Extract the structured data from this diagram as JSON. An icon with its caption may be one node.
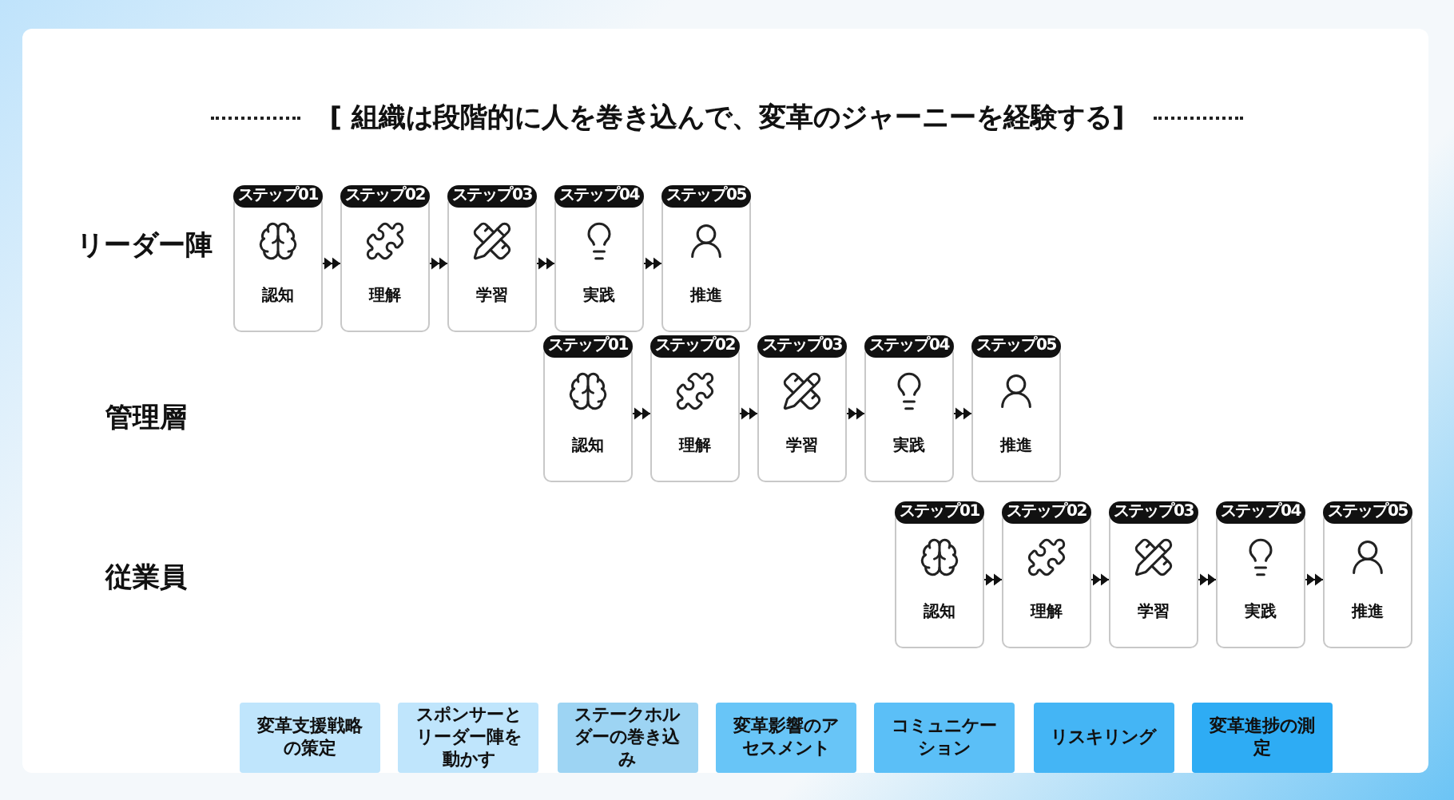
{
  "diagram": {
    "title": "[ 組織は段階的に人を巻き込んで、変革のジャーニーを経験する]",
    "nodes": [
      {
        "text": [
          "ステップ01",
          "認知"
        ]
      },
      {
        "text": [
          "ステップ02",
          "理解"
        ]
      },
      {
        "text": [
          "ステップ03",
          "学習"
        ]
      },
      {
        "text": [
          "ステップ04",
          "実践"
        ]
      },
      {
        "text": [
          "ステップ05",
          "推進"
        ]
      },
      {
        "text": [
          "ステップ01",
          "認知"
        ]
      },
      {
        "text": [
          "ステップ02",
          "理解"
        ]
      },
      {
        "text": [
          "ステップ03",
          "学習"
        ]
      },
      {
        "text": [
          "ステップ04",
          "実践"
        ]
      },
      {
        "text": [
          "ステップ05",
          "推進"
        ]
      },
      {
        "text": [
          "ステップ01",
          "認知"
        ]
      },
      {
        "text": [
          "ステップ02",
          "理解"
        ]
      },
      {
        "text": [
          "ステップ03",
          "学習"
        ]
      },
      {
        "text": [
          "ステップ04",
          "実践"
        ]
      },
      {
        "text": [
          "ステップ05",
          "推進"
        ]
      },
      {
        "text": [
          "変革支援戦略の策定"
        ]
      },
      {
        "text": [
          "スポンサーとリーダー陣を動かす"
        ]
      },
      {
        "text": [
          "ステークホルダーの巻き込み"
        ]
      },
      {
        "text": [
          "変革影響のアセスメント"
        ]
      },
      {
        "text": [
          "コミュニケーション"
        ]
      },
      {
        "text": [
          "リスキリング"
        ]
      },
      {
        "text": [
          "変革進捗の測定"
        ]
      }
    ],
    "edges": [
      {
        "from": 0,
        "to": 1,
        "arrow": "to"
      },
      {
        "from": 1,
        "to": 2,
        "arrow": "to"
      },
      {
        "from": 2,
        "to": 3,
        "arrow": "to"
      },
      {
        "from": 3,
        "to": 4,
        "arrow": "to"
      },
      {
        "from": 5,
        "to": 6,
        "arrow": "to"
      },
      {
        "from": 6,
        "to": 7,
        "arrow": "to"
      },
      {
        "from": 7,
        "to": 8,
        "arrow": "to"
      },
      {
        "from": 8,
        "to": 9,
        "arrow": "to"
      },
      {
        "from": 10,
        "to": 11,
        "arrow": "to"
      },
      {
        "from": 11,
        "to": 12,
        "arrow": "to"
      },
      {
        "from": 12,
        "to": 13,
        "arrow": "to"
      },
      {
        "from": 13,
        "to": 14,
        "arrow": "to"
      }
    ],
    "labels": [
      "リーダー陣",
      "管理層",
      "従業員"
    ]
  }
}
